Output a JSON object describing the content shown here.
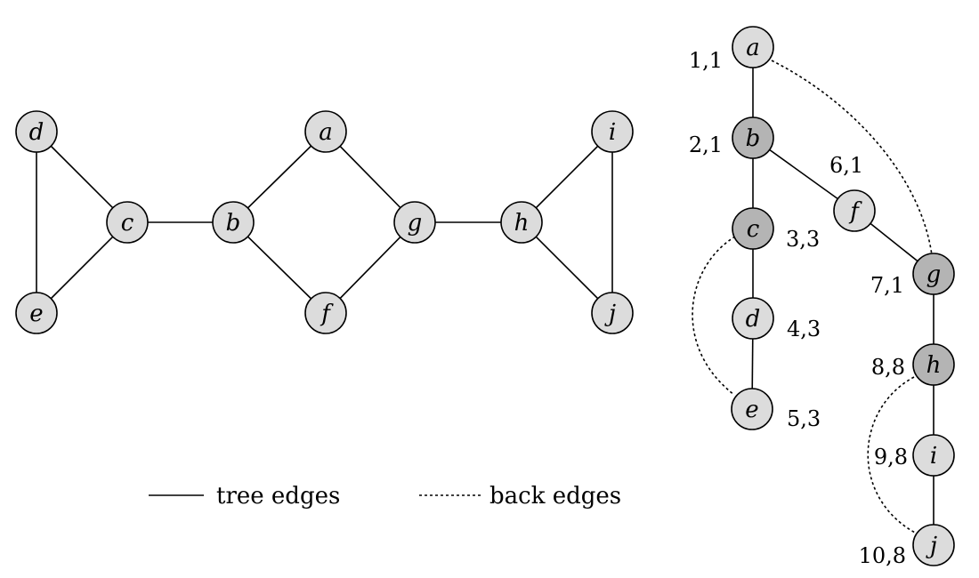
{
  "graph": {
    "nodes": [
      {
        "id": "d",
        "label": "d"
      },
      {
        "id": "e",
        "label": "e"
      },
      {
        "id": "c",
        "label": "c"
      },
      {
        "id": "b",
        "label": "b"
      },
      {
        "id": "a",
        "label": "a"
      },
      {
        "id": "f",
        "label": "f"
      },
      {
        "id": "g",
        "label": "g"
      },
      {
        "id": "h",
        "label": "h"
      },
      {
        "id": "i",
        "label": "i"
      },
      {
        "id": "j",
        "label": "j"
      }
    ],
    "edges": [
      [
        "d",
        "e"
      ],
      [
        "d",
        "c"
      ],
      [
        "e",
        "c"
      ],
      [
        "c",
        "b"
      ],
      [
        "b",
        "a"
      ],
      [
        "b",
        "f"
      ],
      [
        "a",
        "g"
      ],
      [
        "f",
        "g"
      ],
      [
        "g",
        "h"
      ],
      [
        "h",
        "i"
      ],
      [
        "h",
        "j"
      ],
      [
        "i",
        "j"
      ]
    ]
  },
  "dfs_tree": {
    "nodes": [
      {
        "id": "a",
        "label": "a",
        "numbers": "1,1",
        "articulation": false
      },
      {
        "id": "b",
        "label": "b",
        "numbers": "2,1",
        "articulation": true
      },
      {
        "id": "c",
        "label": "c",
        "numbers": "3,3",
        "articulation": true
      },
      {
        "id": "d",
        "label": "d",
        "numbers": "4,3",
        "articulation": false
      },
      {
        "id": "e",
        "label": "e",
        "numbers": "5,3",
        "articulation": false
      },
      {
        "id": "f",
        "label": "f",
        "numbers": "6,1",
        "articulation": false
      },
      {
        "id": "g",
        "label": "g",
        "numbers": "7,1",
        "articulation": true
      },
      {
        "id": "h",
        "label": "h",
        "numbers": "8,8",
        "articulation": true
      },
      {
        "id": "i",
        "label": "i",
        "numbers": "9,8",
        "articulation": false
      },
      {
        "id": "j",
        "label": "j",
        "numbers": "10,8",
        "articulation": false
      }
    ],
    "tree_edges": [
      [
        "a",
        "b"
      ],
      [
        "b",
        "c"
      ],
      [
        "c",
        "d"
      ],
      [
        "d",
        "e"
      ],
      [
        "b",
        "f"
      ],
      [
        "f",
        "g"
      ],
      [
        "g",
        "h"
      ],
      [
        "h",
        "i"
      ],
      [
        "i",
        "j"
      ]
    ],
    "back_edges": [
      [
        "a",
        "g"
      ],
      [
        "c",
        "e"
      ],
      [
        "h",
        "j"
      ]
    ]
  },
  "legend": {
    "tree_label": "tree edges",
    "back_label": "back edges"
  }
}
